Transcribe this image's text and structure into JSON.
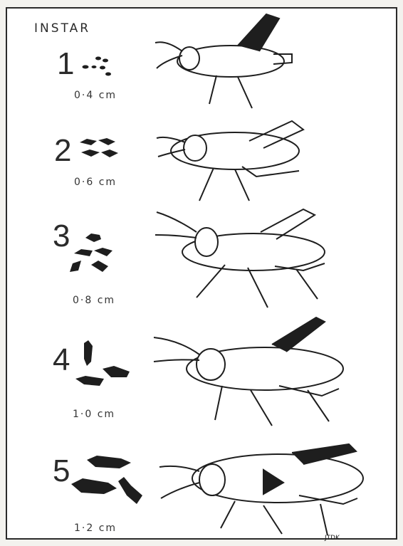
{
  "heading": "INSTAR",
  "stages": [
    {
      "number": "1",
      "size": "0·4 cm"
    },
    {
      "number": "2",
      "size": "0·6 cm"
    },
    {
      "number": "3",
      "size": "0·8 cm"
    },
    {
      "number": "4",
      "size": "1·0 cm"
    },
    {
      "number": "5",
      "size": "1·2 cm"
    }
  ],
  "credit": "JTDK",
  "colors": {
    "ink": "#1e1e1e",
    "paper": "#ffffff",
    "frame": "#2a2a2a"
  }
}
